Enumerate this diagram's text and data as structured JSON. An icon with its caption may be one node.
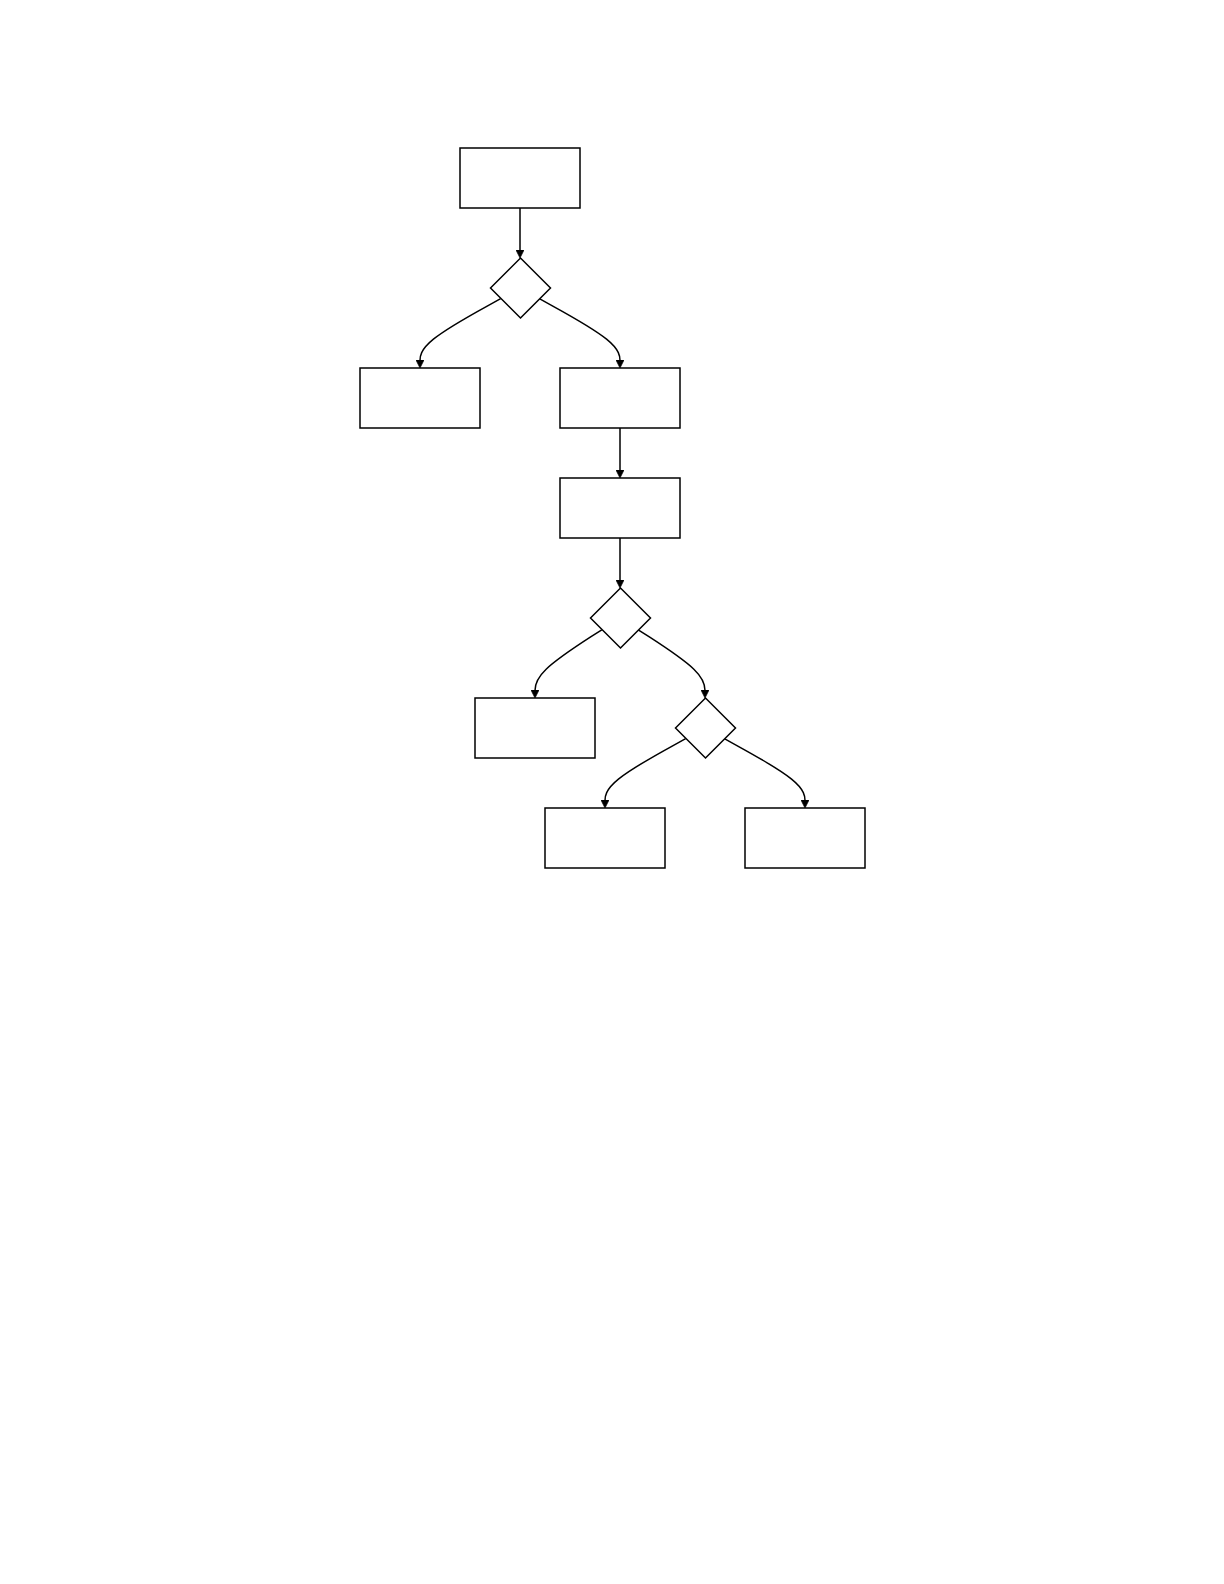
{
  "diagram": {
    "nodes": [
      {
        "text": [],
        "shape": "box"
      },
      {
        "text": [],
        "shape": "diamond"
      },
      {
        "text": [],
        "shape": "box"
      },
      {
        "text": [],
        "shape": "box"
      },
      {
        "text": [],
        "shape": "box"
      },
      {
        "text": [],
        "shape": "diamond"
      },
      {
        "text": [],
        "shape": "box"
      },
      {
        "text": [],
        "shape": "diamond"
      },
      {
        "text": [],
        "shape": "box"
      },
      {
        "text": [],
        "shape": "box"
      }
    ],
    "edges": [
      {
        "from": 0,
        "to": 1,
        "arrow": "to"
      },
      {
        "from": 1,
        "to": 2,
        "arrow": "to"
      },
      {
        "from": 1,
        "to": 3,
        "arrow": "to"
      },
      {
        "from": 3,
        "to": 4,
        "arrow": "to"
      },
      {
        "from": 4,
        "to": 5,
        "arrow": "to"
      },
      {
        "from": 5,
        "to": 6,
        "arrow": "to"
      },
      {
        "from": 5,
        "to": 7,
        "arrow": "to"
      },
      {
        "from": 7,
        "to": 8,
        "arrow": "to"
      },
      {
        "from": 7,
        "to": 9,
        "arrow": "to"
      }
    ]
  }
}
